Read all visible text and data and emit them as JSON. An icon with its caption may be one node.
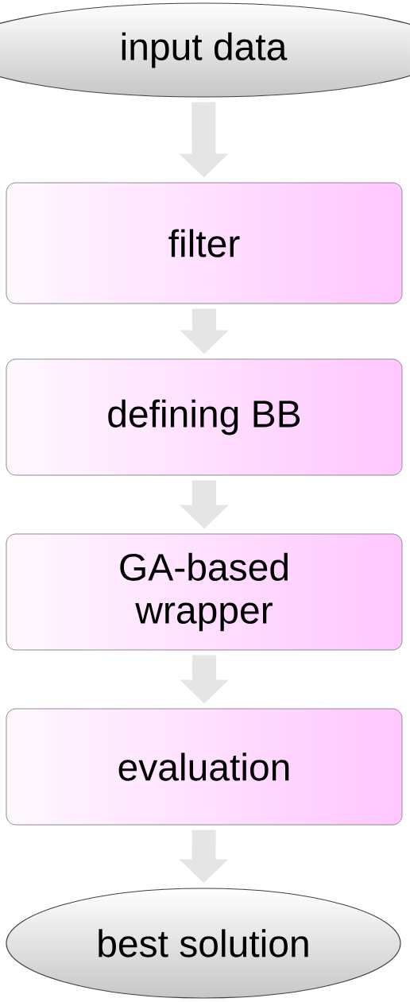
{
  "diagram": {
    "nodes": [
      {
        "text": [
          "input data"
        ]
      },
      {
        "text": [
          "filter"
        ]
      },
      {
        "text": [
          "defining BB"
        ]
      },
      {
        "text": [
          "GA-based wrapper"
        ]
      },
      {
        "text": [
          "evaluation"
        ]
      },
      {
        "text": [
          "best solution"
        ]
      }
    ],
    "edges": [
      {
        "from": 0,
        "to": 1,
        "arrow": "to"
      },
      {
        "from": 1,
        "to": 2,
        "arrow": "to"
      },
      {
        "from": 2,
        "to": 3,
        "arrow": "to"
      },
      {
        "from": 3,
        "to": 4,
        "arrow": "to"
      },
      {
        "from": 4,
        "to": 5,
        "arrow": "to"
      }
    ]
  }
}
